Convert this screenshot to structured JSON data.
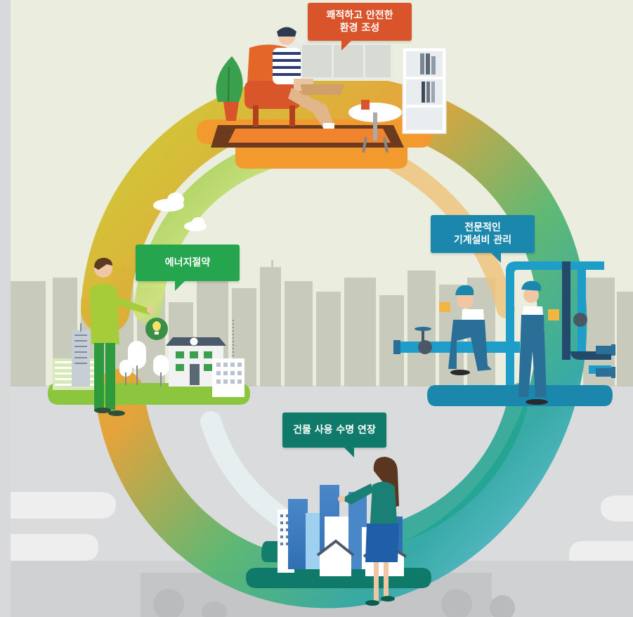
{
  "bubbles": {
    "comfort": "쾌적하고 안전한\n환경 조성",
    "energy": "에너지절약",
    "expert": "전문적인\n기계설비 관리",
    "lifespan": "건물 사용 수명 연장"
  },
  "colors": {
    "background_top": "#ebeede",
    "background_bottom": "#d7d9da",
    "orange": "#d9542b",
    "green": "#24a54e",
    "blue": "#1b87ad",
    "teal": "#107a6a",
    "lime": "#8cc63f",
    "yellow": "#d9c93c"
  }
}
